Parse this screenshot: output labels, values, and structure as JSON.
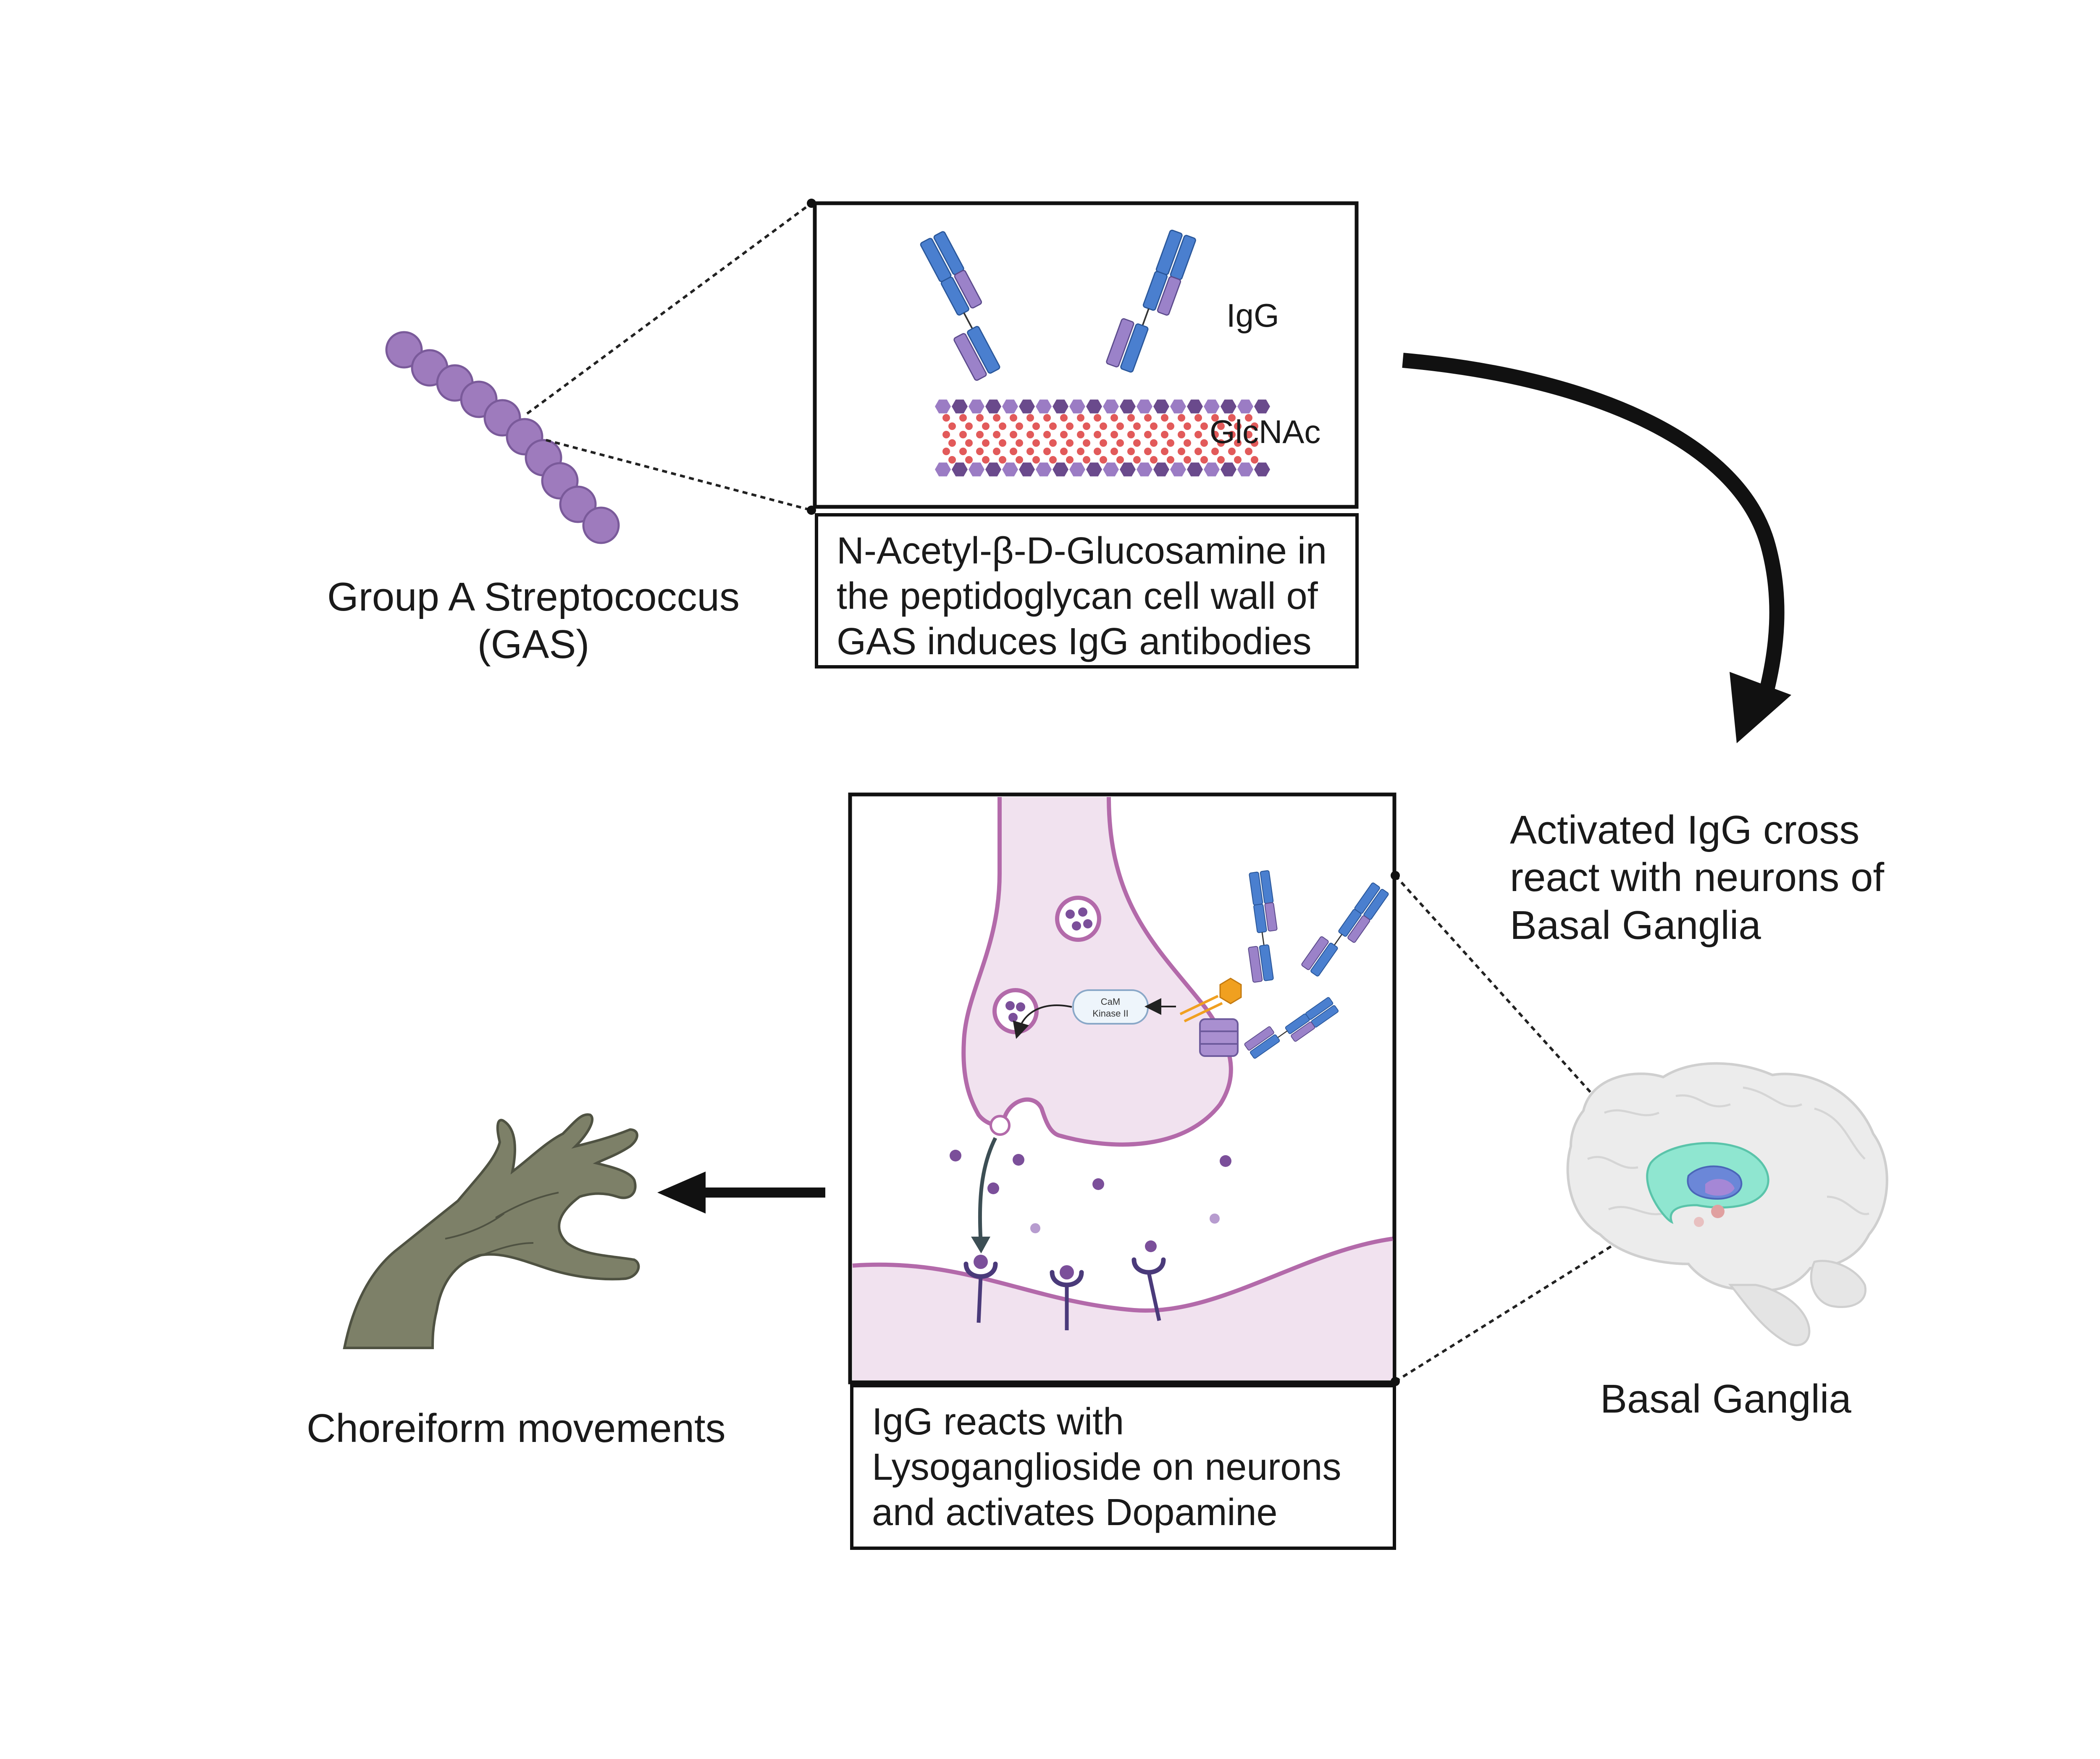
{
  "labels": {
    "gas": [
      "Group A Streptococcus",
      "(GAS)"
    ],
    "igg": "IgG",
    "glcnac": "GlcNAc",
    "camk": [
      "CaM",
      "Kinase II"
    ],
    "activated": [
      "Activated IgG cross",
      "react with neurons of",
      "Basal Ganglia"
    ],
    "basal_ganglia": "Basal Ganglia",
    "chorea": "Choreiform movements"
  },
  "captions": {
    "glcnac_box": [
      "N-Acetyl-β-D-Glucosamine in",
      "the peptidoglycan cell wall of",
      "GAS induces IgG antibodies"
    ],
    "neuron_box": [
      "IgG reacts with",
      "Lysoganglioside on neurons",
      "and activates Dopamine"
    ]
  },
  "colors": {
    "bacteria": "#9e7bbd",
    "antibody_blue": "#4a7fcf",
    "antibody_purple": "#9b82c9",
    "sugar_dark": "#6a4a8c",
    "lipid_red": "#e25a5a",
    "neuron_fill": "#f1e2ef",
    "neuron_stroke": "#b36aaa",
    "ligand_orange": "#f0a020",
    "arrow": "#111111"
  }
}
